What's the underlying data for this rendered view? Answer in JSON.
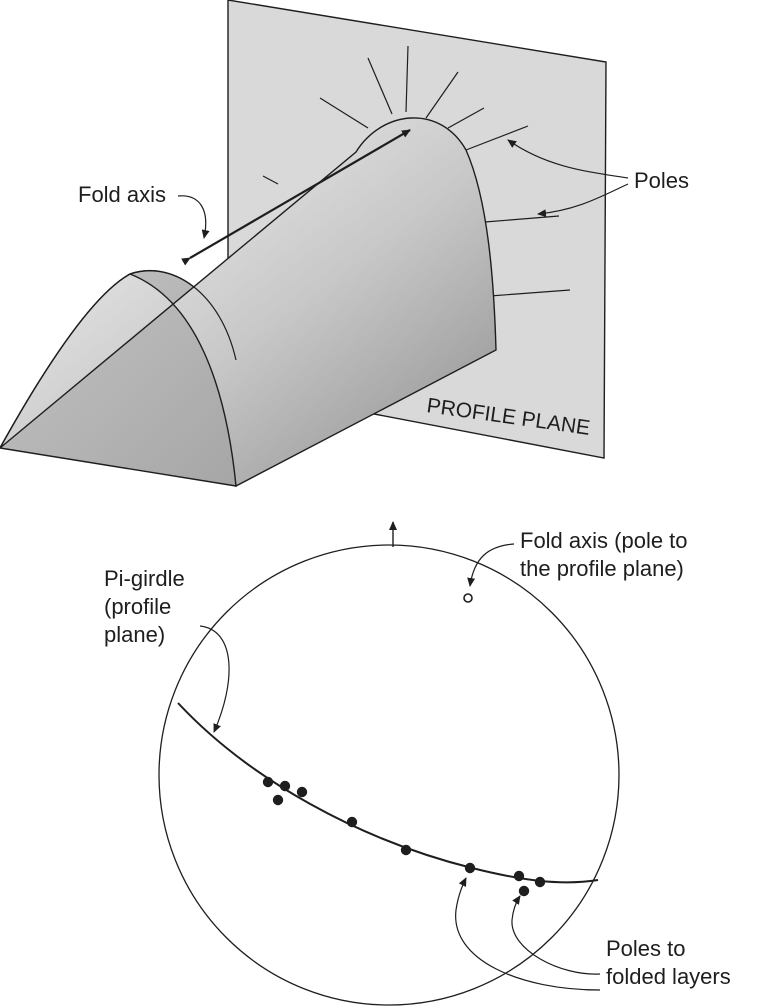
{
  "labels": {
    "fold_axis": "Fold axis",
    "poles": "Poles",
    "profile_plane": "PROFILE PLANE",
    "pi_girdle_line1": "Pi-girdle",
    "pi_girdle_line2": "(profile",
    "pi_girdle_line3": "plane)",
    "fold_axis_pole_line1": "Fold axis (pole to",
    "fold_axis_pole_line2": "the profile plane)",
    "poles_to_layers_line1": "Poles to",
    "poles_to_layers_line2": "folded layers"
  },
  "colors": {
    "plane_fill": "#d9d9d9",
    "fold_light": "#fafafa",
    "fold_dark": "#8c8c8c",
    "ink": "#1e1e1e"
  }
}
